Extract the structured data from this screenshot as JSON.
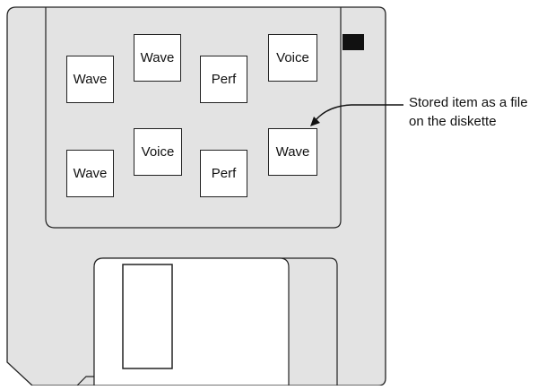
{
  "disk": {
    "body_color": "#e3e3e3",
    "outline_color": "#222222",
    "write_protect_color": "#111111"
  },
  "files": [
    {
      "label": "Wave"
    },
    {
      "label": "Wave"
    },
    {
      "label": "Perf"
    },
    {
      "label": "Voice"
    },
    {
      "label": "Wave"
    },
    {
      "label": "Voice"
    },
    {
      "label": "Perf"
    },
    {
      "label": "Wave"
    }
  ],
  "callout": {
    "line1": "Stored item as a file",
    "line2": "on the diskette"
  }
}
